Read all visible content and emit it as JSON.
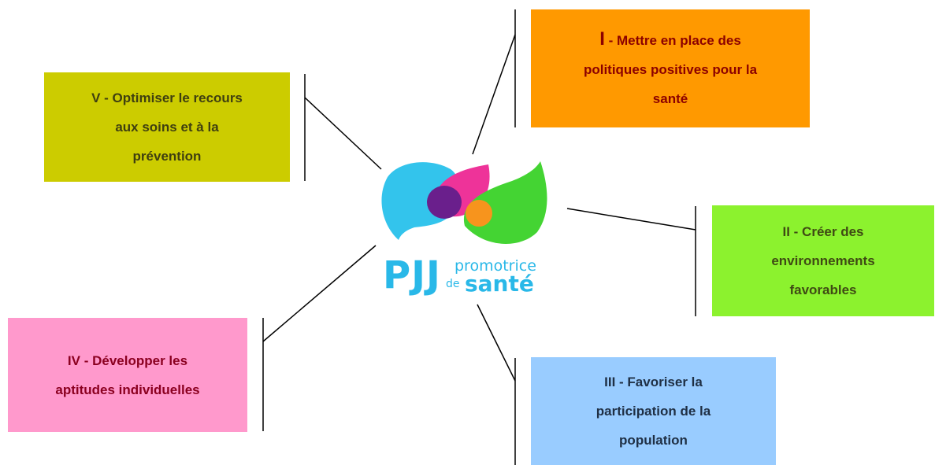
{
  "logo": {
    "letters": "PJJ",
    "word1": "promotrice",
    "word2": "de",
    "word3": "santé",
    "colors": {
      "blue": "#33C4EC",
      "pink": "#EE3399",
      "purple": "#6A1F8C",
      "orange": "#F7941D",
      "green": "#44D433"
    }
  },
  "boxes": {
    "b1": {
      "numeral": "I",
      "text": " - Mettre en place des\npolitiques positives pour la\nsanté",
      "color": "#FF9900"
    },
    "b2": {
      "text": "II - Créer des\nenvironnements\nfavorables",
      "color": "#8CF22E"
    },
    "b3": {
      "text": "III - Favoriser la\nparticipation de la\npopulation",
      "color": "#99CCFF"
    },
    "b4": {
      "text": "IV - Développer les\naptitudes individuelles",
      "color": "#FF99CC"
    },
    "b5": {
      "text": "V - Optimiser le recours\naux soins et à la\nprévention",
      "color": "#CCCC00"
    }
  }
}
